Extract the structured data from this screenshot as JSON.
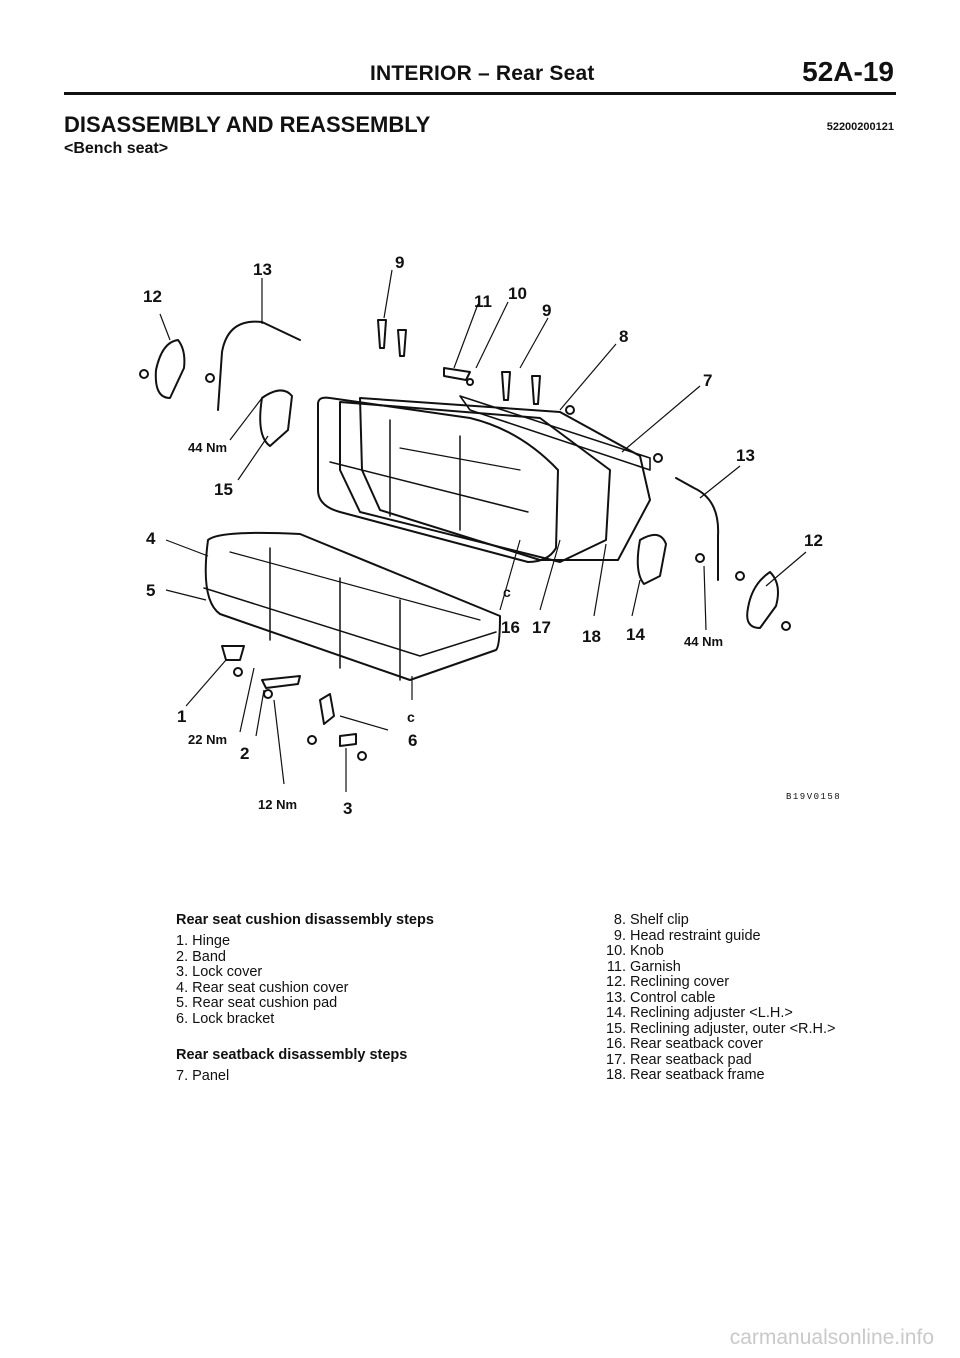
{
  "header": {
    "title": "INTERIOR – Rear Seat",
    "page_number": "52A-19"
  },
  "section": {
    "title": "DISASSEMBLY AND REASSEMBLY",
    "code": "52200200121",
    "subtitle": "<Bench seat>"
  },
  "diagram": {
    "callouts": [
      "1",
      "2",
      "3",
      "4",
      "5",
      "6",
      "7",
      "8",
      "9",
      "9",
      "10",
      "11",
      "12",
      "12",
      "13",
      "13",
      "14",
      "15",
      "16",
      "17",
      "18",
      "c",
      "c"
    ],
    "torque_labels": [
      "44 Nm",
      "44 Nm",
      "22 Nm",
      "12 Nm"
    ],
    "figure_code": "B19V0158"
  },
  "cushion_steps": {
    "heading": "Rear seat cushion disassembly steps",
    "items": [
      {
        "num": "1.",
        "label": "Hinge"
      },
      {
        "num": "2.",
        "label": "Band"
      },
      {
        "num": "3.",
        "label": "Lock cover"
      },
      {
        "num": "4.",
        "label": "Rear seat cushion cover"
      },
      {
        "num": "5.",
        "label": "Rear seat cushion pad"
      },
      {
        "num": "6.",
        "label": "Lock bracket"
      }
    ]
  },
  "seatback_steps": {
    "heading": "Rear seatback disassembly steps",
    "items": [
      {
        "num": "7.",
        "label": "Panel"
      },
      {
        "num": "8.",
        "label": "Shelf clip"
      },
      {
        "num": "9.",
        "label": "Head restraint guide"
      },
      {
        "num": "10.",
        "label": "Knob"
      },
      {
        "num": "11.",
        "label": "Garnish"
      },
      {
        "num": "12.",
        "label": "Reclining cover"
      },
      {
        "num": "13.",
        "label": "Control cable"
      },
      {
        "num": "14.",
        "label": "Reclining adjuster <L.H.>"
      },
      {
        "num": "15.",
        "label": "Reclining adjuster, outer <R.H.>"
      },
      {
        "num": "16.",
        "label": "Rear seatback cover"
      },
      {
        "num": "17.",
        "label": "Rear seatback pad"
      },
      {
        "num": "18.",
        "label": "Rear seatback frame"
      }
    ]
  },
  "watermark": "carmanualsonline.info"
}
